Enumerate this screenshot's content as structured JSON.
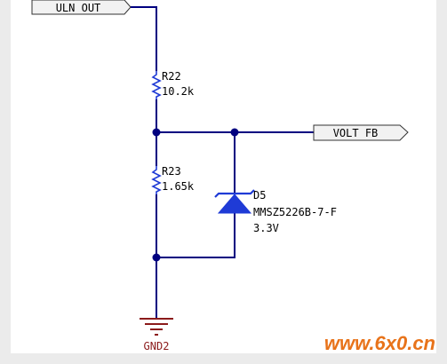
{
  "net_labels": {
    "top_input": "ULN OUT",
    "output": "VOLT FB"
  },
  "components": {
    "r22": {
      "designator": "R22",
      "value": "10.2k"
    },
    "r23": {
      "designator": "R23",
      "value": "1.65k"
    },
    "d5": {
      "designator": "D5",
      "part": "MMSZ5226B-7-F",
      "voltage": "3.3V"
    },
    "ground": {
      "label": "GND2"
    }
  },
  "watermark": {
    "text": "www.6x0.cn"
  },
  "colors": {
    "wire": "#000080",
    "component": "#1f3bd6",
    "junction": "#000080",
    "ground_symbol": "#8b1a1a",
    "ground_text": "#8b1a1a",
    "label_fill": "#f2f2f2",
    "watermark": "#e8731a"
  }
}
